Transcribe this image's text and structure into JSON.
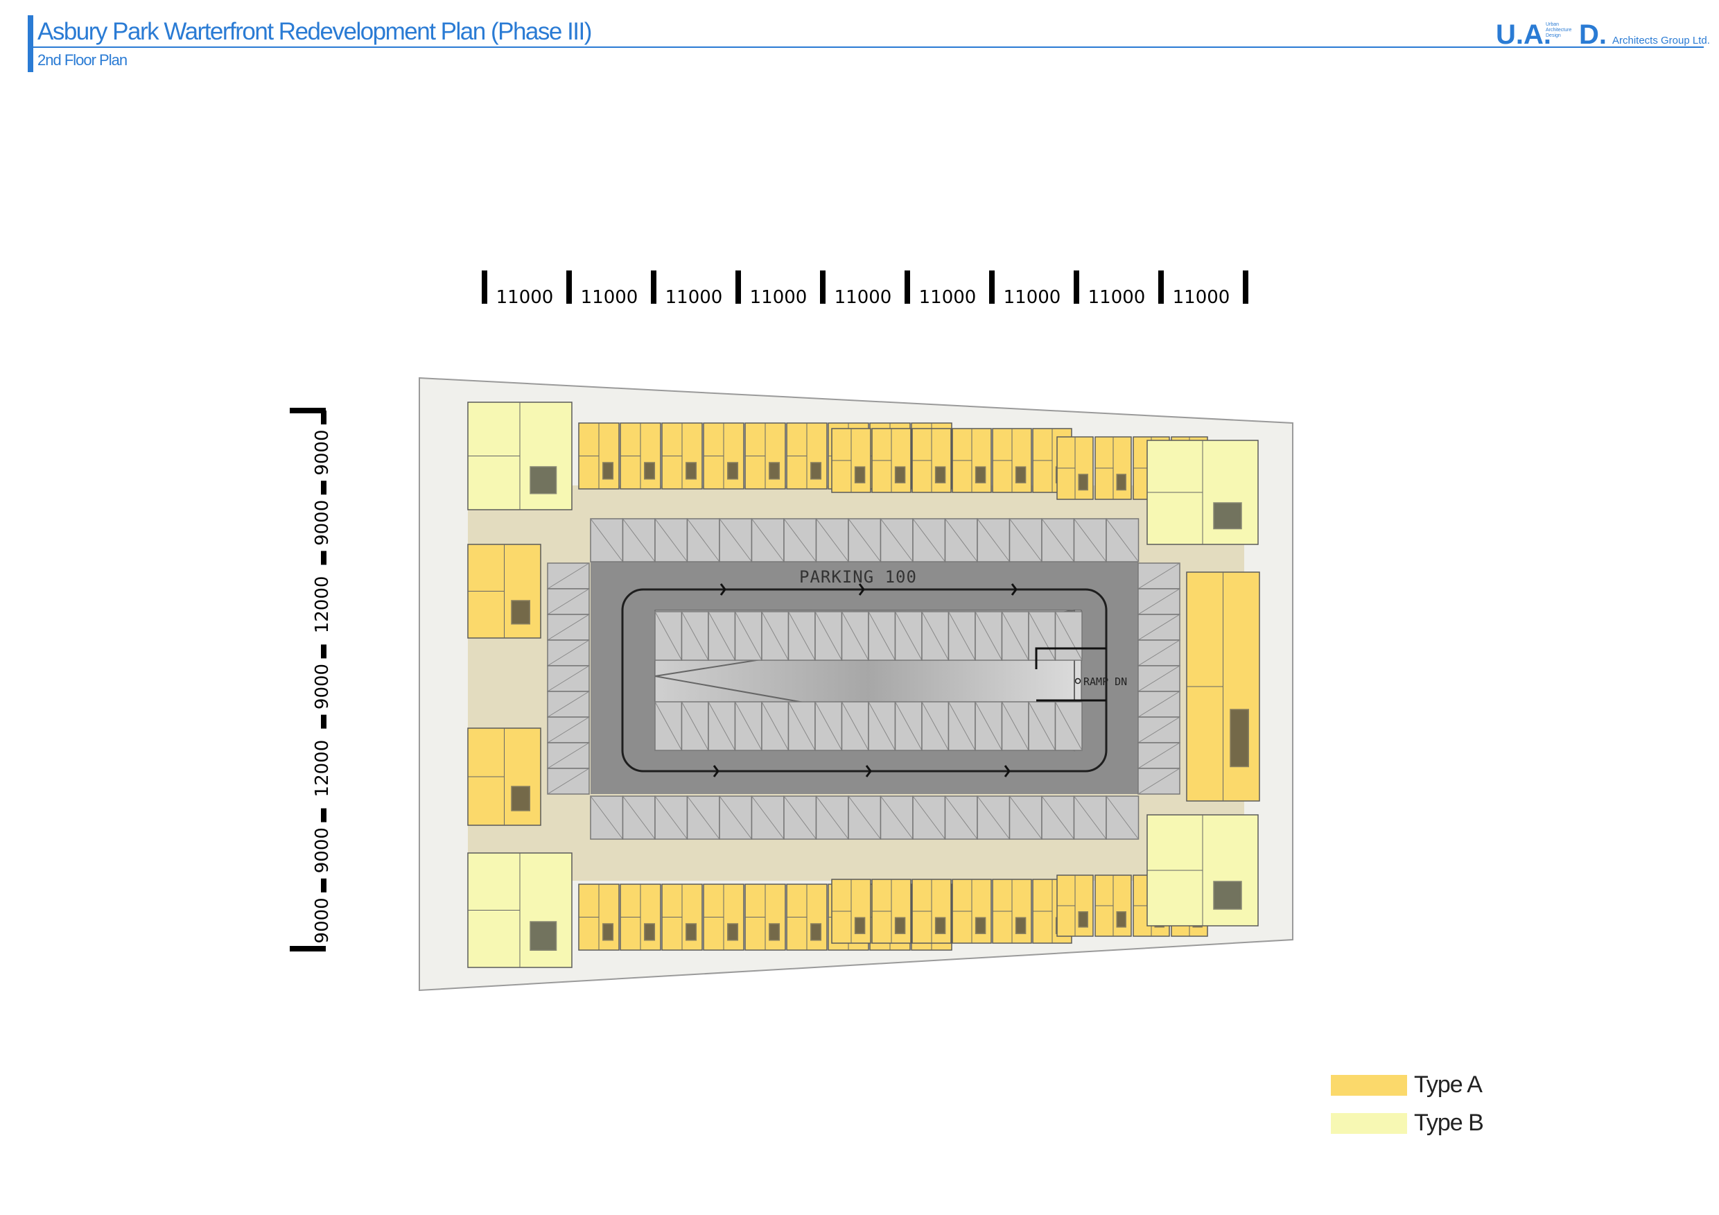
{
  "header": {
    "title": "Asbury Park Warterfront Redevelopment Plan (Phase III)",
    "subtitle": "2nd Floor Plan"
  },
  "logo": {
    "main": "U.A.",
    "mini_lines": [
      "Urban",
      "Architecture",
      "Design"
    ],
    "letter": "D.",
    "tail": "Architects Group Ltd."
  },
  "dimensions": {
    "horizontal": [
      "11000",
      "11000",
      "11000",
      "11000",
      "11000",
      "11000",
      "11000",
      "11000",
      "11000"
    ],
    "vertical": [
      "9000",
      "9000",
      "12000",
      "9000",
      "12000",
      "9000",
      "9000"
    ]
  },
  "plan": {
    "parking_label": "PARKING 100",
    "ramp_label": "RAMP DN"
  },
  "legend": [
    {
      "label": "Type A",
      "color": "#fbd96b"
    },
    {
      "label": "Type B",
      "color": "#f7f8b3"
    }
  ],
  "colors": {
    "brand": "#2a7bd4",
    "site": "#f0f0ec",
    "courtyard": "#e3dcbf",
    "parking_deck": "#8d8d8d",
    "parking_stall": "#c9c9c9"
  }
}
